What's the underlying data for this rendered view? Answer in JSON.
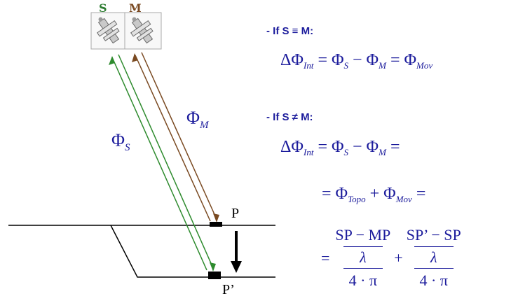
{
  "satellites": {
    "s_label": "S",
    "m_label": "M",
    "s_color": "#2e7d32",
    "m_color": "#7a4a22",
    "icon_names": [
      "satellite-s-icon",
      "satellite-m-icon"
    ]
  },
  "ground": {
    "p_label": "P",
    "p_prime_label": "P’"
  },
  "paths": {
    "phi_symbol": "Φ",
    "phi_s_sub": "S",
    "phi_m_sub": "M",
    "phi_color": "#1c1c9c"
  },
  "formulas": {
    "case_equal": {
      "heading": "- If S ≡ M:",
      "equation": {
        "delta_phi": "ΔΦ",
        "int_sub": "Int",
        "eq1": " = Φ",
        "s_sub": "S",
        "minus": " − Φ",
        "m_sub": "M",
        "eq2": " = Φ",
        "mov_sub": "Mov"
      }
    },
    "case_diff": {
      "heading": "- If S ≠ M:",
      "line1": {
        "delta_phi": "ΔΦ",
        "int_sub": "Int",
        "eq1": " = Φ",
        "s_sub": "S",
        "minus": " − Φ",
        "m_sub": "M",
        "trailing": " ="
      },
      "line2": {
        "lead": "= Φ",
        "topo_sub": "Topo",
        "plus": " + Φ",
        "mov_sub": "Mov",
        "trailing": " ="
      },
      "line3": {
        "lead": "=",
        "num1": "SP − MP",
        "lambda": "λ",
        "four_pi": "4 · π",
        "plus": "+",
        "num2": "SP’ − SP"
      }
    }
  }
}
